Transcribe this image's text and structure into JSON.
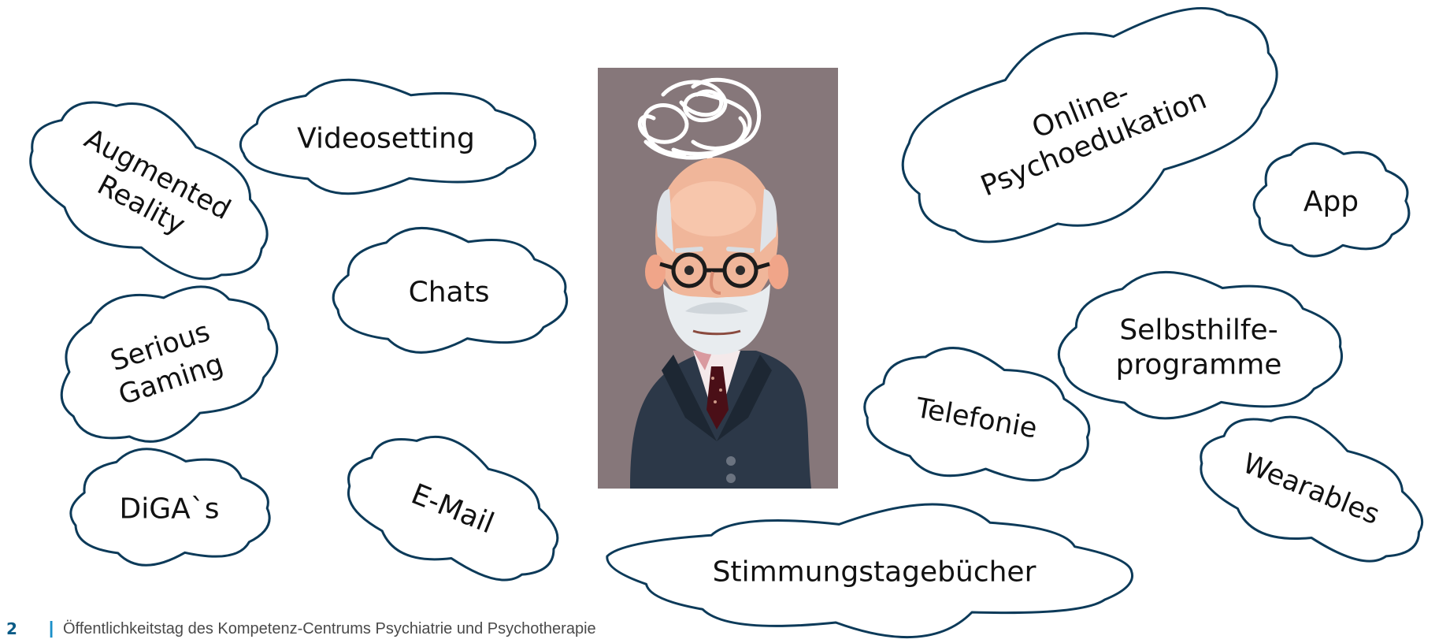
{
  "page_number": "2",
  "footer_text": "Öffentlichkeitstag des Kompetenz-Centrums Psychiatrie und Psychotherapie",
  "colors": {
    "cloud_stroke": "#0c3a59",
    "footer_bar": "#1a8fc9",
    "portrait_bg": "#86777a"
  },
  "portrait": {
    "description_icon": "thinking-psychoanalyst-illustration-icon"
  },
  "clouds": [
    {
      "id": "augmented-reality",
      "lines": [
        "Augmented",
        "Reality"
      ]
    },
    {
      "id": "videosetting",
      "lines": [
        "Videosetting"
      ]
    },
    {
      "id": "chats",
      "lines": [
        "Chats"
      ]
    },
    {
      "id": "serious-gaming",
      "lines": [
        "Serious",
        "Gaming"
      ]
    },
    {
      "id": "digas",
      "lines": [
        "DiGA`s"
      ]
    },
    {
      "id": "email",
      "lines": [
        "E-Mail"
      ]
    },
    {
      "id": "online-psychoedukation",
      "lines": [
        "Online-",
        "Psychoedukation"
      ]
    },
    {
      "id": "app",
      "lines": [
        "App"
      ]
    },
    {
      "id": "selbsthilfeprogramme",
      "lines": [
        "Selbsthilfe-",
        "programme"
      ]
    },
    {
      "id": "telefonie",
      "lines": [
        "Telefonie"
      ]
    },
    {
      "id": "wearables",
      "lines": [
        "Wearables"
      ]
    },
    {
      "id": "stimmungstagebuecher",
      "lines": [
        "Stimmungstagebücher"
      ]
    }
  ]
}
